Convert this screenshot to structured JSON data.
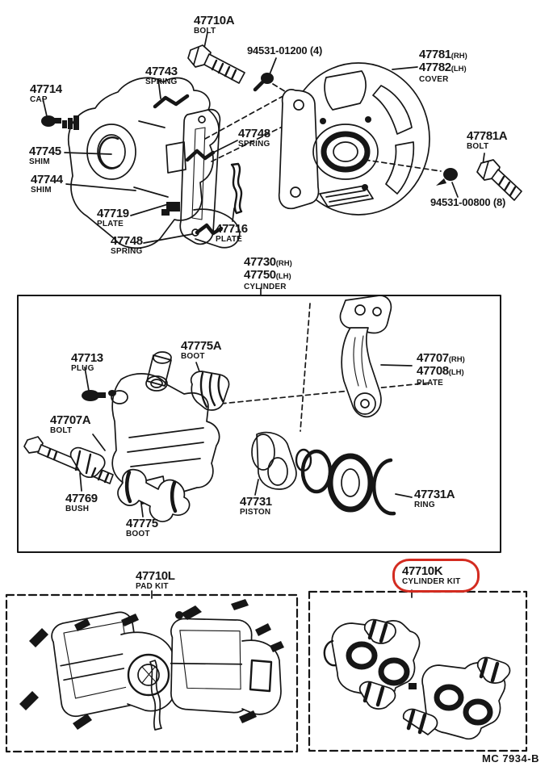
{
  "page": {
    "background_color": "#ffffff",
    "ink_color": "#161616",
    "highlight_color": "#d32b20"
  },
  "labels": {
    "top_bolt": {
      "num": "47710A",
      "sub": "BOLT"
    },
    "screw_front": {
      "num": "94531-01200 (4)"
    },
    "cover": {
      "num": "47781",
      "sfx": "(RH)",
      "num2": "47782",
      "sfx2": "(LH)",
      "sub": "COVER"
    },
    "spring_47743": {
      "num": "47743",
      "sub": "SPRING"
    },
    "cap": {
      "num": "47714",
      "sub": "CAP"
    },
    "shim_47745": {
      "num": "47745",
      "sub": "SHIM"
    },
    "shim_47744": {
      "num": "47744",
      "sub": "SHIM"
    },
    "spring_47748_upper": {
      "num": "47748",
      "sub": "SPRING"
    },
    "bolt_47781a": {
      "num": "47781A",
      "sub": "BOLT"
    },
    "plate_47719": {
      "num": "47719",
      "sub": "PLATE"
    },
    "plate_47716": {
      "num": "47716",
      "sub": "PLATE"
    },
    "spring_47748_lower": {
      "num": "47748",
      "sub": "SPRING"
    },
    "screw_rear": {
      "num": "94531-00800 (8)"
    },
    "cylinder": {
      "num": "47730",
      "sfx": "(RH)",
      "num2": "47750",
      "sfx2": "(LH)",
      "sub": "CYLINDER"
    },
    "plug": {
      "num": "47713",
      "sub": "PLUG"
    },
    "boot_47775a": {
      "num": "47775A",
      "sub": "BOOT"
    },
    "plate_47707": {
      "num": "47707",
      "sfx": "(RH)",
      "num2": "47708",
      "sfx2": "(LH)",
      "sub": "PLATE"
    },
    "bolt_47707a": {
      "num": "47707A",
      "sub": "BOLT"
    },
    "bush_47769": {
      "num": "47769",
      "sub": "BUSH"
    },
    "boot_47775": {
      "num": "47775",
      "sub": "BOOT"
    },
    "piston_47731": {
      "num": "47731",
      "sub": "PISTON"
    },
    "ring_47731a": {
      "num": "47731A",
      "sub": "RING"
    },
    "pad_kit": {
      "num": "47710L",
      "sub": "PAD KIT"
    },
    "cylinder_kit": {
      "num": "47710K",
      "sub": "CYLINDER KIT"
    },
    "footer_code": "MC 7934-B"
  }
}
